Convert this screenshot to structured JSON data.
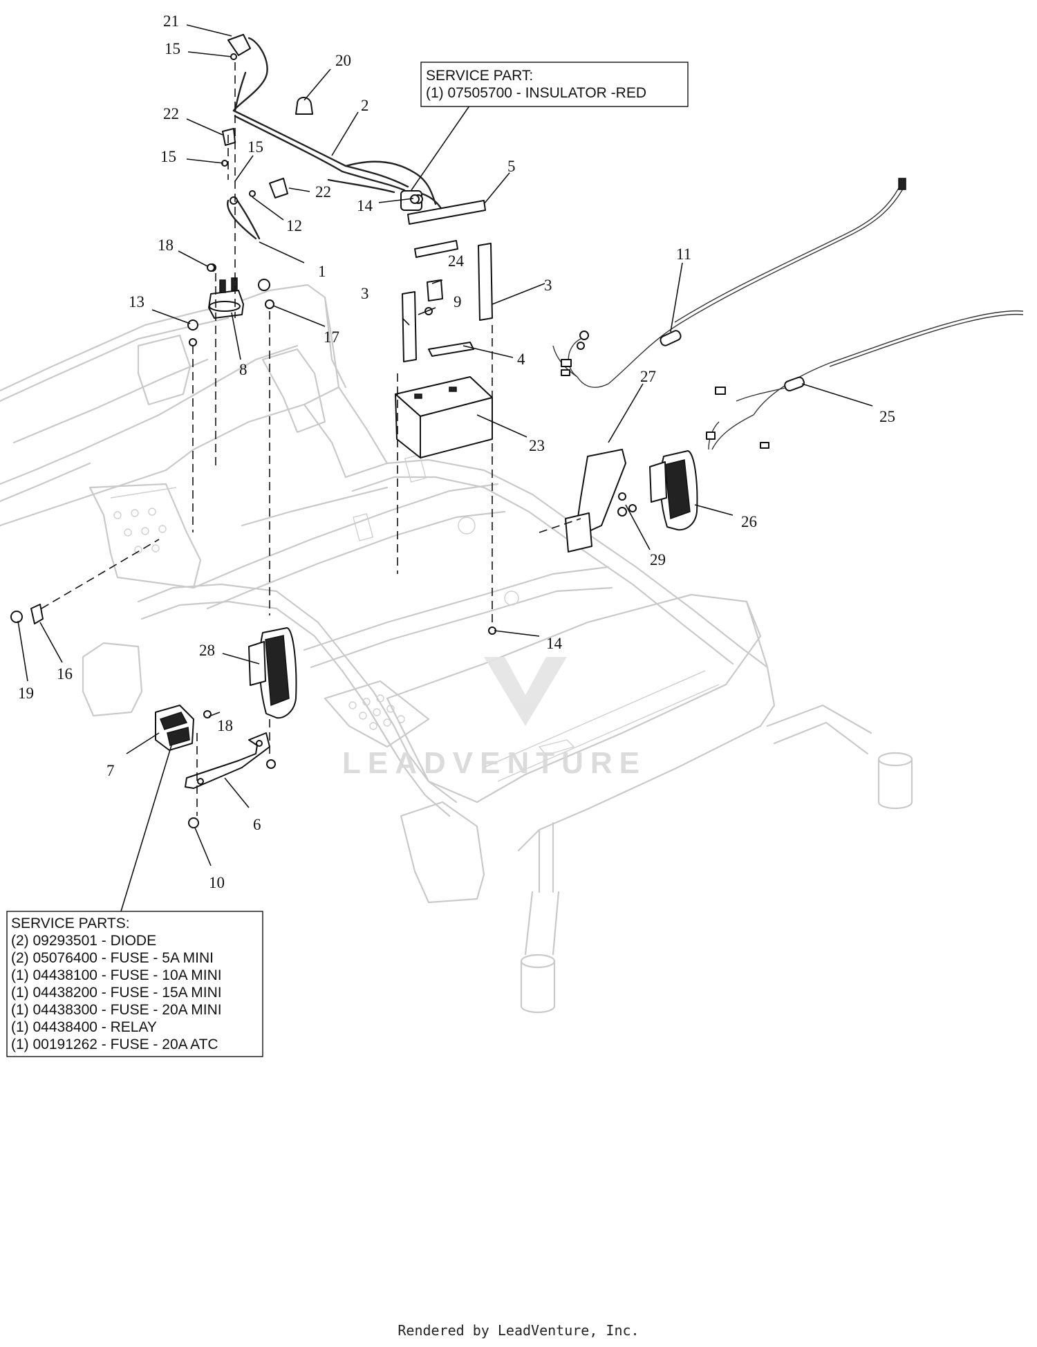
{
  "callouts": [
    {
      "id": "c21",
      "label": "21"
    },
    {
      "id": "c15a",
      "label": "15"
    },
    {
      "id": "c20",
      "label": "20"
    },
    {
      "id": "c2",
      "label": "2"
    },
    {
      "id": "c22a",
      "label": "22"
    },
    {
      "id": "c15b",
      "label": "15"
    },
    {
      "id": "c15c",
      "label": "15"
    },
    {
      "id": "c22b",
      "label": "22"
    },
    {
      "id": "c12",
      "label": "12"
    },
    {
      "id": "c14a",
      "label": "14"
    },
    {
      "id": "c5",
      "label": "5"
    },
    {
      "id": "c18a",
      "label": "18"
    },
    {
      "id": "c1",
      "label": "1"
    },
    {
      "id": "c24",
      "label": "24"
    },
    {
      "id": "c3a",
      "label": "3"
    },
    {
      "id": "c3b",
      "label": "3"
    },
    {
      "id": "c11",
      "label": "11"
    },
    {
      "id": "c13",
      "label": "13"
    },
    {
      "id": "c9",
      "label": "9"
    },
    {
      "id": "c17",
      "label": "17"
    },
    {
      "id": "c4",
      "label": "4"
    },
    {
      "id": "c8",
      "label": "8"
    },
    {
      "id": "c27",
      "label": "27"
    },
    {
      "id": "c25",
      "label": "25"
    },
    {
      "id": "c23",
      "label": "23"
    },
    {
      "id": "c26",
      "label": "26"
    },
    {
      "id": "c29",
      "label": "29"
    },
    {
      "id": "c14b",
      "label": "14"
    },
    {
      "id": "c28",
      "label": "28"
    },
    {
      "id": "c16",
      "label": "16"
    },
    {
      "id": "c19",
      "label": "19"
    },
    {
      "id": "c18b",
      "label": "18"
    },
    {
      "id": "c7",
      "label": "7"
    },
    {
      "id": "c6",
      "label": "6"
    },
    {
      "id": "c10",
      "label": "10"
    }
  ],
  "service_part_box": {
    "lines": [
      "SERVICE PART:",
      "(1) 07505700 - INSULATOR -RED"
    ]
  },
  "service_parts_box": {
    "lines": [
      "SERVICE PARTS:",
      "(2) 09293501 - DIODE",
      "(2) 05076400 - FUSE - 5A MINI",
      "(1) 04438100 - FUSE - 10A MINI",
      "(1) 04438200 - FUSE - 15A MINI",
      "(1) 04438300 - FUSE - 20A MINI",
      "(1) 04438400 - RELAY",
      "(1) 00191262 - FUSE - 20A ATC"
    ]
  },
  "watermark": "LEADVENTURE",
  "footer": "Rendered by LeadVenture, Inc."
}
